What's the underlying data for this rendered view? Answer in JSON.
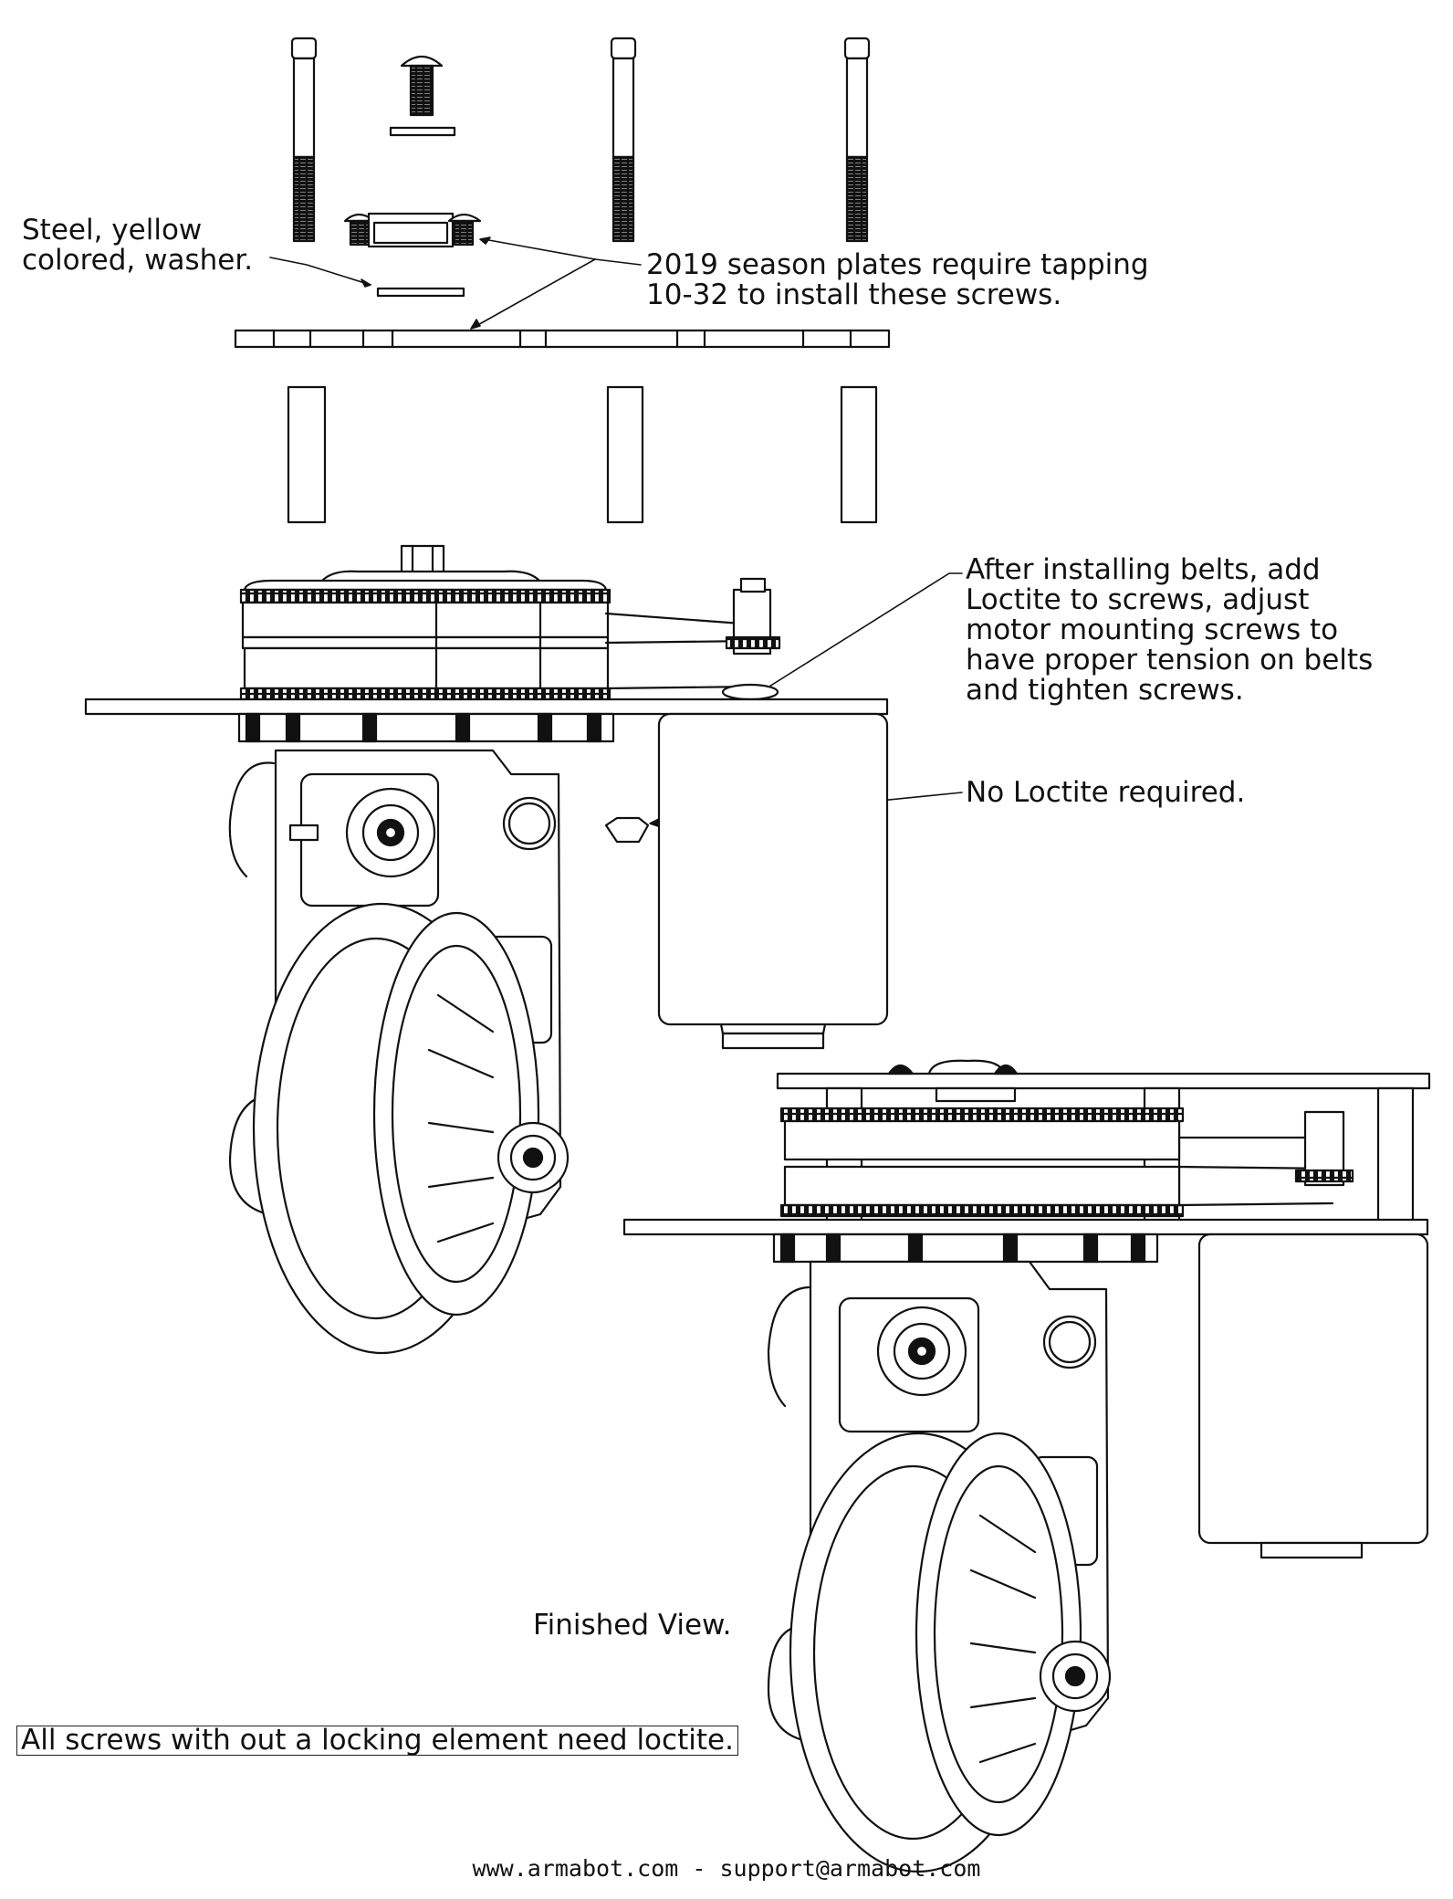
{
  "callouts": {
    "washer": "Steel, yellow\ncolored, washer.",
    "plates": "2019 season plates require tapping\n10-32 to install these screws.",
    "belts": "After installing belts, add\nLoctite to screws, adjust\nmotor mounting screws to\nhave proper tension on belts\nand tighten screws.",
    "no_loctite": "No Loctite required.",
    "finished": "Finished View.",
    "all_screws": "All screws with out a locking element need loctite."
  },
  "footer": "www.armabot.com - support@armabot.com"
}
